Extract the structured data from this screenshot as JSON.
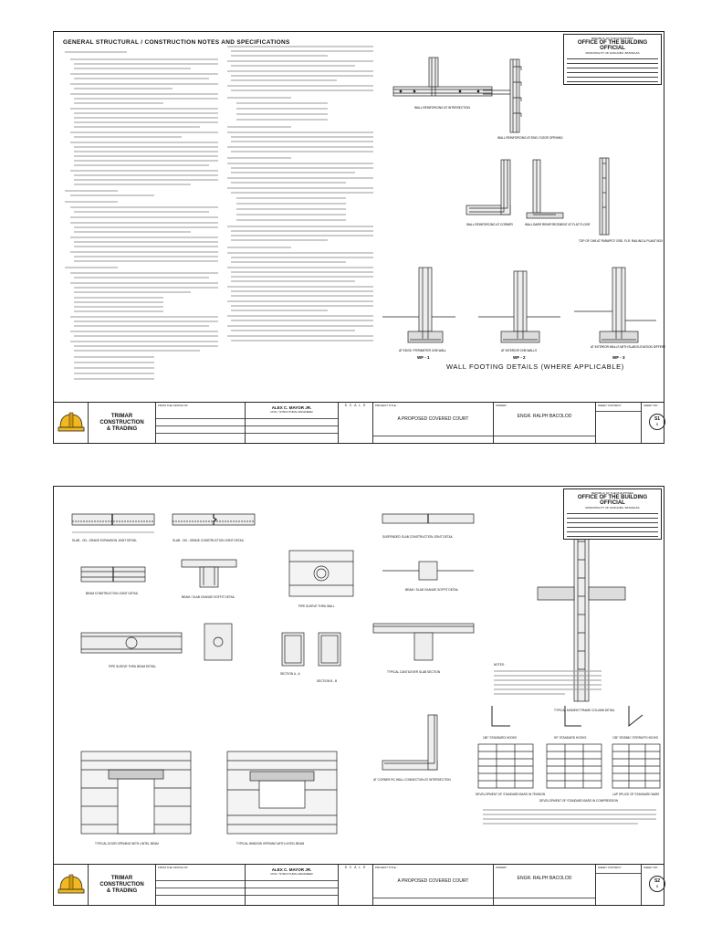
{
  "sheets": [
    {
      "notes_title": "GENERAL STRUCTURAL / CONSTRUCTION NOTES AND SPECIFICATIONS",
      "big_title": "WALL FOOTING DETAILS (WHERE APPLICABLE)",
      "detail_labels": [
        "WALL REINFORCING AT INTERSECTION",
        "WALL REINFORCING AT END / DOOR OPENING",
        "WALL REINFORCING AT CORNER",
        "WALL BARS REINFORCEMENT AT FLAT FLOOR",
        "TOP OF CHB AT PARAPET/ GRD. FLR. RAILING & PLANT BOX",
        "AT EDGE / PERIMETER CHB WALL",
        "AT INTERIOR CHB WALLS",
        "AT INTERIOR WALLS WITH SLAB ELEVATION DIFFERENCE",
        "WF - 1",
        "WF - 2",
        "WF - 3"
      ],
      "sheet_number": "S1",
      "sheet_total": "5"
    },
    {
      "detail_labels": [
        "SLAB - ON - GRADE EXPANSION JOINT DETAIL",
        "SLAB - ON - GRADE CONSTRUCTION JOINT DETAIL",
        "BEAM CONSTRUCTION JOINT DETAIL",
        "BEAM / SLAB CHANGE SOFFIT DETAIL",
        "PIPE SLEEVE THRU WALL",
        "SUSPENDED SLAB CONSTRUCTION JOINT DETAIL",
        "BEAM / SLAB CHANGE SOFFIT DETAIL",
        "PIPE SLEEVE THRU BEAM DETAIL",
        "TYPICAL CANTILEVER SLAB SECTION",
        "TYPICAL MOMENT FRAME COLUMN DETAIL",
        "TYPICAL DOOR OPENING WITH LINTEL BEAM",
        "TYPICAL WINDOW OPENING WITH LINTEL BEAM",
        "AT CORNER RC WALL CONNECTION AT INTERSECTION",
        "SECTION A - A",
        "SECTION B - B",
        "NOTES :",
        "180° STANDARD HOOKS",
        "90° STANDARD HOOKS",
        "135° SEISMIC STIRRUPS HOOKS",
        "DEVELOPMENT OF STANDARD BARS IN TENSION",
        "DEVELOPMENT OF STANDARD BARS IN COMPRESSION",
        "LAP SPLICE OF STANDARD BARS"
      ],
      "sheet_number": "S2",
      "sheet_total": "5"
    }
  ],
  "office_box": {
    "republic": "REPUBLIC OF THE PHILIPPINES",
    "title": "OFFICE OF THE BUILDING OFFICIAL",
    "municipality": "MUNICIPALITY OF NASUGBU, BATANGAS"
  },
  "title_block": {
    "company_line1": "TRIMAR",
    "company_line2": "CONSTRUCTION",
    "company_line3": "& TRADING",
    "office_label": "FROM THE OFFICE OF:",
    "prepared_name": "ALEX C. MAYOR JR.",
    "prepared_role": "CIVIL / STRUCTURAL ENGINEER",
    "scale_label": "S C A L E",
    "project_label": "PROJECT TITLE :",
    "project_name": "A PROPOSED COVERED COURT",
    "owner_label": "OWNER :",
    "owner_name": "ENGR. RALPH BACOLOD",
    "content_label": "SHEET CONTENT :",
    "sheet_label": "SHEET NO :"
  },
  "colors": {
    "ink": "#111111",
    "logo_yellow": "#f2b820",
    "logo_dark": "#222222"
  }
}
